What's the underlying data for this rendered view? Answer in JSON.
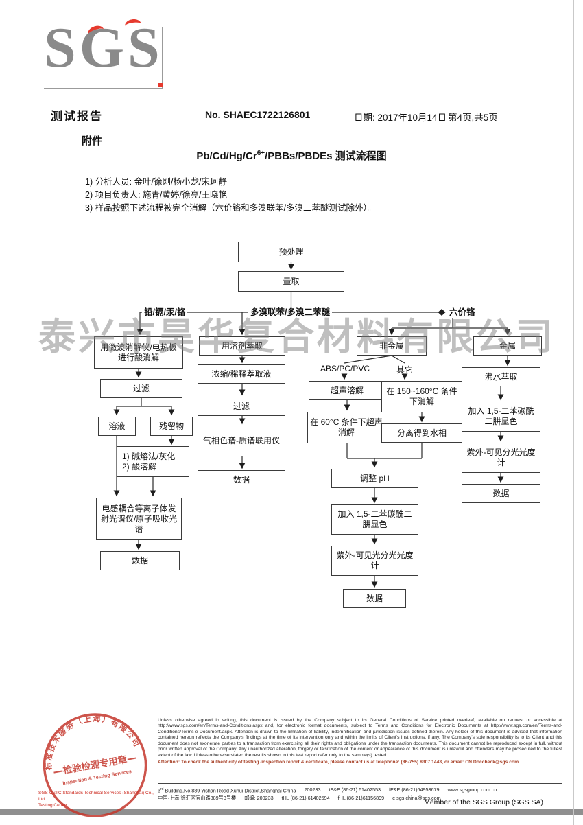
{
  "logo": {
    "text": "SGS"
  },
  "colors": {
    "sgs_red": "#e63a2e",
    "stamp_red": "#c5372c"
  },
  "header": {
    "report_title": "测试报告",
    "report_no": "No. SHAEC1722126801",
    "date": "日期: 2017年10月14日",
    "page_info": "第4页,共5页",
    "attachment": "附件"
  },
  "title": {
    "prefix": "Pb/Cd/Hg/Cr",
    "sup": "6+",
    "suffix": "/PBBs/PBDEs  测试流程图"
  },
  "notes": [
    "1) 分析人员: 金叶/徐刚/杨小龙/宋珂静",
    "2) 项目负责人: 施青/黄婷/徐亮/王晓艳",
    "3) 样品按照下述流程被完全消解（六价铬和多溴联苯/多溴二苯醚测试除外）。"
  ],
  "watermark": "泰兴市昊华复合材料有限公司",
  "flowchart": {
    "branch_labels": {
      "pb": "铅/镉/汞/铬",
      "pbb": "多溴联苯/多溴二苯醚",
      "cr6": "六价铬",
      "abs": "ABS/PC/PVC",
      "other": "其它"
    },
    "nodes": {
      "pretreat": "预处理",
      "measure": "量取",
      "acid_digest": "用微波消解仪/电热板进行酸消解",
      "filter_left": "过滤",
      "solution": "溶液",
      "residue": "残留物",
      "alkali": "1) 碱熔法/灰化\n2) 酸溶解",
      "icp": "电感耦合等离子体发射光谱仪/原子吸收光谱",
      "data_left": "数据",
      "solvent": "用溶剂萃取",
      "concentrate": "浓缩/稀释萃取液",
      "filter_mid": "过滤",
      "gcms": "气相色谱-质谱联用仪",
      "data_mid": "数据",
      "nonmetal": "非金属",
      "metal": "金属",
      "ultrasonic": "超声溶解",
      "ultra60": "在 60°C 条件下超声消解",
      "digest150": "在 150~160°C 条件下消解",
      "separate": "分离得到水相",
      "adjust_ph": "调整 pH",
      "color_mid": "加入 1,5-二苯碳酰二肼显色",
      "uv_mid": "紫外-可见光分光光度计",
      "data_cr": "数据",
      "boiling": "沸水萃取",
      "color_metal": "加入 1,5-二苯碳酰二肼显色",
      "uv_metal": "紫外-可见分光光度计",
      "data_metal": "数据"
    }
  },
  "stamp": {
    "ring_text": "标准技术服务（上海）有限公司",
    "center_line1": "检验检测专用章",
    "center_line2": "Inspection & Testing Services",
    "company_line1": "SGS-CSTC Standards Technical Services (Shanghai) Co., Ltd.",
    "company_line2": "Testing Center"
  },
  "footer": {
    "disclaimer": "Unless otherwise agreed in writing, this document is issued by the Company subject to its General Conditions of Service printed overleaf, available on request or accessible at http://www.sgs.com/en/Terms-and-Conditions.aspx and, for electronic format documents, subject to Terms and Conditions for Electronic Documents at http://www.sgs.com/en/Terms-and-Conditions/Terms-e-Document.aspx. Attention is drawn to the limitation of liability, indemnification and jurisdiction issues defined therein. Any holder of this document is advised that information contained hereon reflects the Company's findings at the time of its intervention only and within the limits of Client's instructions, if any. The Company's sole responsibility is to its Client and this document does not exonerate parties to a transaction from exercising all their rights and obligations under the transaction documents. This document cannot be reproduced except in full, without prior written approval of the Company. Any unauthorized alteration, forgery or falsification of the content or appearance of this document is unlawful and offenders may be prosecuted to the fullest extent of the law. Unless otherwise stated the results shown in this test report refer only to the sample(s) tested .",
    "attention": "Attention: To check the authenticity of testing /inspection report & certificate, please contact us at telephone: (86-755) 8307 1443, or email: CN.Doccheck@sgs.com",
    "address_en_num": "3",
    "address_en_sup": "rd",
    "address_en_rest": " Building,No.889 Yishan Road Xuhui District,Shanghai China",
    "postal_en": "200233",
    "tel_en": "tE&E (86-21) 61402553",
    "fax_en": "fE&E (86-21)64953679",
    "web": "www.sgsgroup.com.cn",
    "address_cn": "中国·上海·徐汇区宜山路889号3号楼",
    "postal_cn": "邮编: 200233",
    "tel_cn": "tHL (86-21) 61402594",
    "fax_cn": "fHL (86-21)61156899",
    "email": "e sgs.china@sgs.com",
    "member": "Member of the SGS Group (SGS SA)"
  }
}
